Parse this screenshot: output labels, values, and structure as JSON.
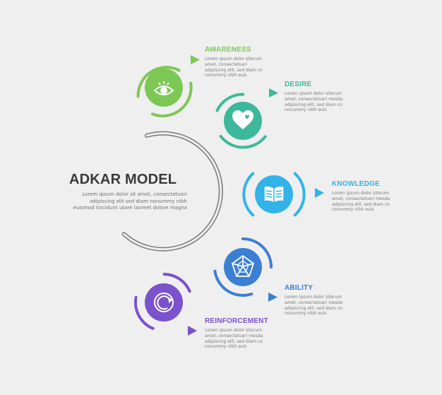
{
  "title": "ADKAR MODEL",
  "subtitle": "Lorem ipsum dolor sit amet, consectetueri adipiscing elit sed diam nonummy nibh euismod tincidunt utare laoreet dolore magna",
  "steps": [
    {
      "title": "AWARENESS",
      "description": "Lorem ipsum dolor siterum amet, consectetueri adipiscing elit, sed diam co nonummy nibh euis",
      "color": "#7dc855",
      "icon": "eye-icon"
    },
    {
      "title": "DESIRE",
      "description": "Lorem ipsum dolor siterum amet, consectetueri mesda adipiscing elit, sed diam co nonummy nibh euis",
      "color": "#3db89b",
      "icon": "heart-icon"
    },
    {
      "title": "KNOWLEDGE",
      "description": "Lorem ipsum dolor siterum amet, consectetueri mesda adipiscing elit, sed diam co nonummy nibh euis",
      "color": "#33b3e8",
      "icon": "open-book-icon"
    },
    {
      "title": "ABILITY",
      "description": "Lorem ipsum dolor siterum amet, consectetueri mesda adipiscing elit, sed diam co nonummy nibh euis",
      "color": "#3b7fd3",
      "icon": "pentagon-chart-icon"
    },
    {
      "title": "REINFORCEMENT",
      "description": "Lorem ipsum dolor siterum amet, consectetueri mesda adipiscing elit, sed diam co nonummy nibh euis",
      "color": "#7a52cc",
      "icon": "refresh-icon"
    }
  ]
}
